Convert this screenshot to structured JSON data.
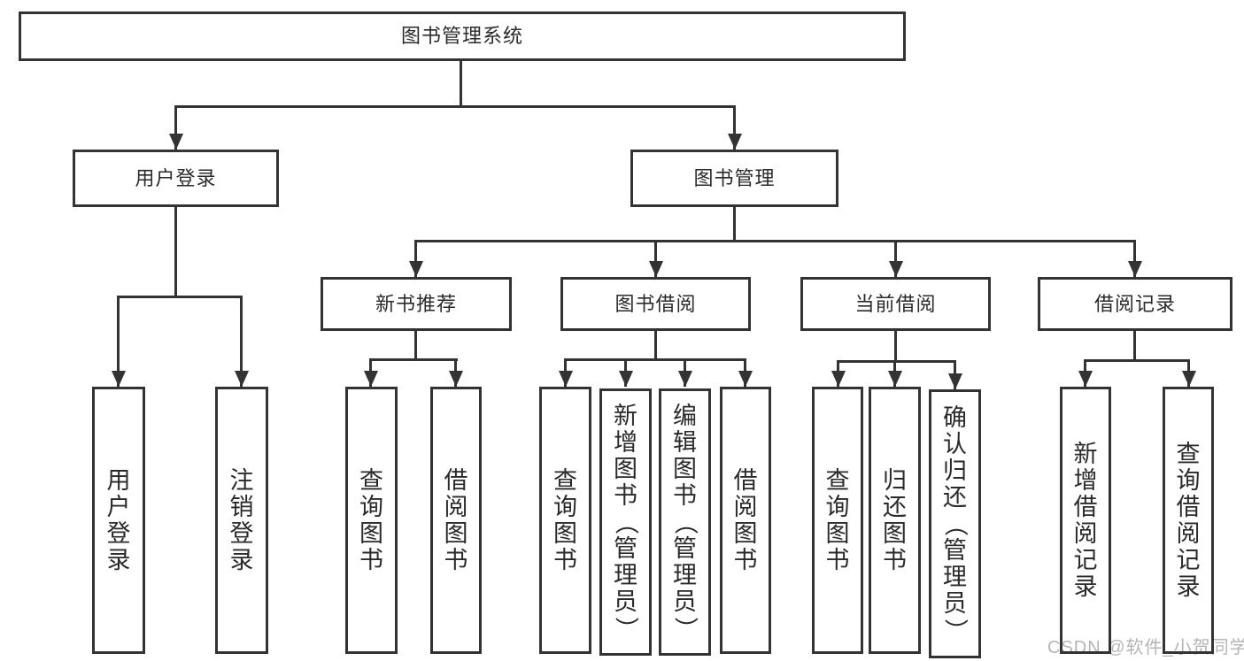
{
  "colors": {
    "line": "#333333",
    "text": "#2a2a2a",
    "watermark": "#b5b5b5",
    "background": "#ffffff"
  },
  "watermark": {
    "text": "CSDN @软件_小贺同学"
  },
  "nodes": {
    "root": {
      "label": "图书管理系统"
    },
    "user_login": {
      "label": "用户登录"
    },
    "book_mgmt": {
      "label": "图书管理"
    },
    "new_book_rec": {
      "label": "新书推荐"
    },
    "book_borrow": {
      "label": "图书借阅"
    },
    "current_borrow": {
      "label": "当前借阅"
    },
    "borrow_record": {
      "label": "借阅记录"
    },
    "leaf_user_login": {
      "label": "用户登录"
    },
    "leaf_logout": {
      "label": "注销登录"
    },
    "leaf_nbr_query": {
      "label": "查询图书"
    },
    "leaf_nbr_borrow": {
      "label": "借阅图书"
    },
    "leaf_bb_query": {
      "label": "查询图书"
    },
    "leaf_bb_add": {
      "label": "新增图书（管理员）"
    },
    "leaf_bb_edit": {
      "label": "编辑图书（管理员）"
    },
    "leaf_bb_borrow": {
      "label": "借阅图书"
    },
    "leaf_cb_query": {
      "label": "查询图书"
    },
    "leaf_cb_return": {
      "label": "归还图书"
    },
    "leaf_cb_confirm": {
      "label": "确认归还（管理员）"
    },
    "leaf_br_add": {
      "label": "新增借阅记录"
    },
    "leaf_br_query": {
      "label": "查询借阅记录"
    }
  },
  "hierarchy": {
    "图书管理系统": {
      "用户登录": [
        "用户登录",
        "注销登录"
      ],
      "图书管理": {
        "新书推荐": [
          "查询图书",
          "借阅图书"
        ],
        "图书借阅": [
          "查询图书",
          "新增图书（管理员）",
          "编辑图书（管理员）",
          "借阅图书"
        ],
        "当前借阅": [
          "查询图书",
          "归还图书",
          "确认归还（管理员）"
        ],
        "借阅记录": [
          "新增借阅记录",
          "查询借阅记录"
        ]
      }
    }
  }
}
